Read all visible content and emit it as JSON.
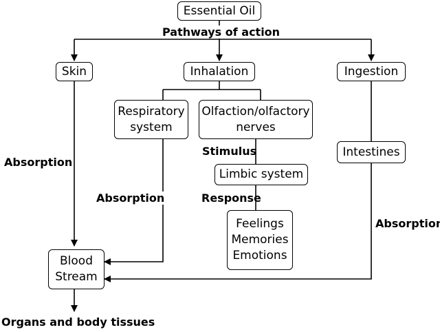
{
  "nodes": {
    "essential_oil": "Essential Oil",
    "skin": "Skin",
    "inhalation": "Inhalation",
    "ingestion": "Ingestion",
    "respiratory": [
      "Respiratory",
      "system"
    ],
    "olfaction": [
      "Olfaction/olfactory",
      "nerves"
    ],
    "limbic": "Limbic system",
    "intestines": "Intestines",
    "feelings": [
      "Feelings",
      "Memories",
      "Emotions"
    ],
    "blood": [
      "Blood",
      "Stream"
    ]
  },
  "labels": {
    "pathways": "Pathways of action",
    "absorption_left": "Absorption",
    "absorption_mid": "Absorption",
    "absorption_right": "Absorption",
    "stimulus": "Stimulus",
    "response": "Response",
    "organs": "Organs and body tissues"
  }
}
